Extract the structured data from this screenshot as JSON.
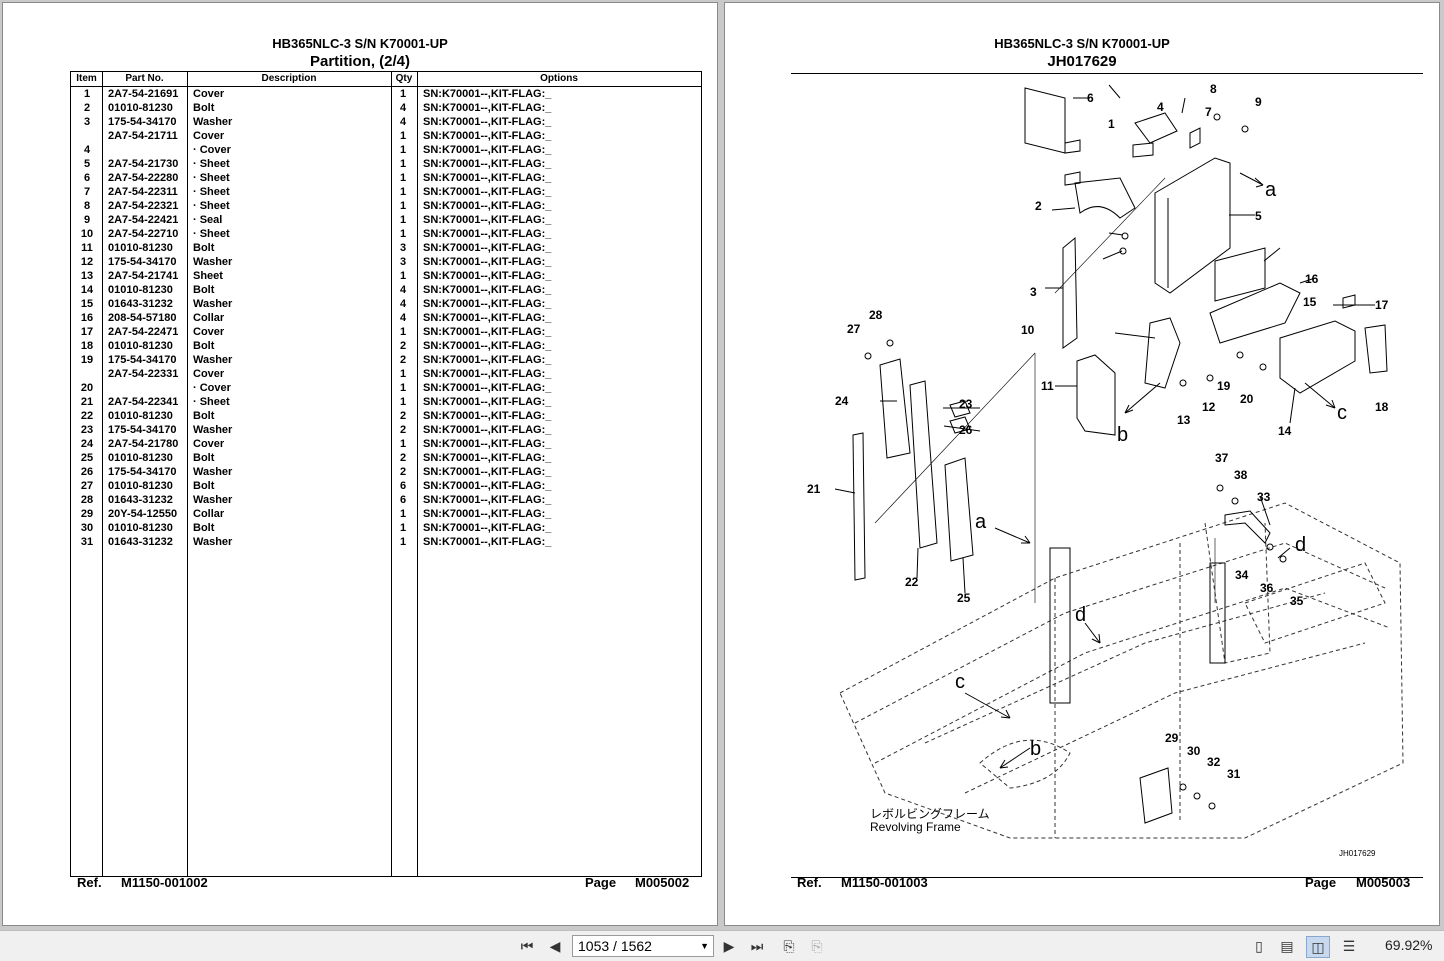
{
  "left_page": {
    "title": "HB365NLC-3 S/N K70001-UP",
    "subtitle": "Partition, (2/4)",
    "columns": [
      "Item",
      "Part No.",
      "Description",
      "Qty",
      "Options"
    ],
    "rows": [
      {
        "item": "1",
        "part": "2A7-54-21691",
        "desc": "Cover",
        "qty": "1",
        "opt": "SN:K70001--,KIT-FLAG:_"
      },
      {
        "item": "2",
        "part": "01010-81230",
        "desc": "Bolt",
        "qty": "4",
        "opt": "SN:K70001--,KIT-FLAG:_"
      },
      {
        "item": "3",
        "part": "175-54-34170",
        "desc": "Washer",
        "qty": "4",
        "opt": "SN:K70001--,KIT-FLAG:_"
      },
      {
        "item": "",
        "part": "2A7-54-21711",
        "desc": "Cover",
        "qty": "1",
        "opt": "SN:K70001--,KIT-FLAG:_"
      },
      {
        "item": "4",
        "part": "",
        "desc": "· Cover",
        "qty": "1",
        "opt": "SN:K70001--,KIT-FLAG:_"
      },
      {
        "item": "5",
        "part": "2A7-54-21730",
        "desc": "· Sheet",
        "qty": "1",
        "opt": "SN:K70001--,KIT-FLAG:_"
      },
      {
        "item": "6",
        "part": "2A7-54-22280",
        "desc": "· Sheet",
        "qty": "1",
        "opt": "SN:K70001--,KIT-FLAG:_"
      },
      {
        "item": "7",
        "part": "2A7-54-22311",
        "desc": "· Sheet",
        "qty": "1",
        "opt": "SN:K70001--,KIT-FLAG:_"
      },
      {
        "item": "8",
        "part": "2A7-54-22321",
        "desc": "· Sheet",
        "qty": "1",
        "opt": "SN:K70001--,KIT-FLAG:_"
      },
      {
        "item": "9",
        "part": "2A7-54-22421",
        "desc": "· Seal",
        "qty": "1",
        "opt": "SN:K70001--,KIT-FLAG:_"
      },
      {
        "item": "10",
        "part": "2A7-54-22710",
        "desc": "· Sheet",
        "qty": "1",
        "opt": "SN:K70001--,KIT-FLAG:_"
      },
      {
        "item": "11",
        "part": "01010-81230",
        "desc": "Bolt",
        "qty": "3",
        "opt": "SN:K70001--,KIT-FLAG:_"
      },
      {
        "item": "12",
        "part": "175-54-34170",
        "desc": "Washer",
        "qty": "3",
        "opt": "SN:K70001--,KIT-FLAG:_"
      },
      {
        "item": "13",
        "part": "2A7-54-21741",
        "desc": "Sheet",
        "qty": "1",
        "opt": "SN:K70001--,KIT-FLAG:_"
      },
      {
        "item": "14",
        "part": "01010-81230",
        "desc": "Bolt",
        "qty": "4",
        "opt": "SN:K70001--,KIT-FLAG:_"
      },
      {
        "item": "15",
        "part": "01643-31232",
        "desc": "Washer",
        "qty": "4",
        "opt": "SN:K70001--,KIT-FLAG:_"
      },
      {
        "item": "16",
        "part": "208-54-57180",
        "desc": "Collar",
        "qty": "4",
        "opt": "SN:K70001--,KIT-FLAG:_"
      },
      {
        "item": "17",
        "part": "2A7-54-22471",
        "desc": "Cover",
        "qty": "1",
        "opt": "SN:K70001--,KIT-FLAG:_"
      },
      {
        "item": "18",
        "part": "01010-81230",
        "desc": "Bolt",
        "qty": "2",
        "opt": "SN:K70001--,KIT-FLAG:_"
      },
      {
        "item": "19",
        "part": "175-54-34170",
        "desc": "Washer",
        "qty": "2",
        "opt": "SN:K70001--,KIT-FLAG:_"
      },
      {
        "item": "",
        "part": "2A7-54-22331",
        "desc": "Cover",
        "qty": "1",
        "opt": "SN:K70001--,KIT-FLAG:_"
      },
      {
        "item": "20",
        "part": "",
        "desc": "· Cover",
        "qty": "1",
        "opt": "SN:K70001--,KIT-FLAG:_"
      },
      {
        "item": "21",
        "part": "2A7-54-22341",
        "desc": "· Sheet",
        "qty": "1",
        "opt": "SN:K70001--,KIT-FLAG:_"
      },
      {
        "item": "22",
        "part": "01010-81230",
        "desc": "Bolt",
        "qty": "2",
        "opt": "SN:K70001--,KIT-FLAG:_"
      },
      {
        "item": "23",
        "part": "175-54-34170",
        "desc": "Washer",
        "qty": "2",
        "opt": "SN:K70001--,KIT-FLAG:_"
      },
      {
        "item": "24",
        "part": "2A7-54-21780",
        "desc": "Cover",
        "qty": "1",
        "opt": "SN:K70001--,KIT-FLAG:_"
      },
      {
        "item": "25",
        "part": "01010-81230",
        "desc": "Bolt",
        "qty": "2",
        "opt": "SN:K70001--,KIT-FLAG:_"
      },
      {
        "item": "26",
        "part": "175-54-34170",
        "desc": "Washer",
        "qty": "2",
        "opt": "SN:K70001--,KIT-FLAG:_"
      },
      {
        "item": "27",
        "part": "01010-81230",
        "desc": "Bolt",
        "qty": "6",
        "opt": "SN:K70001--,KIT-FLAG:_"
      },
      {
        "item": "28",
        "part": "01643-31232",
        "desc": "Washer",
        "qty": "6",
        "opt": "SN:K70001--,KIT-FLAG:_"
      },
      {
        "item": "29",
        "part": "20Y-54-12550",
        "desc": "Collar",
        "qty": "1",
        "opt": "SN:K70001--,KIT-FLAG:_"
      },
      {
        "item": "30",
        "part": "01010-81230",
        "desc": "Bolt",
        "qty": "1",
        "opt": "SN:K70001--,KIT-FLAG:_"
      },
      {
        "item": "31",
        "part": "01643-31232",
        "desc": "Washer",
        "qty": "1",
        "opt": "SN:K70001--,KIT-FLAG:_"
      }
    ],
    "ref_label": "Ref.",
    "ref_value": "M1150-001002",
    "page_label": "Page",
    "page_value": "M005002"
  },
  "right_page": {
    "title": "HB365NLC-3 S/N K70001-UP",
    "subtitle": "JH017629",
    "diagram_code": "JH017629",
    "caption_jp": "レボルビングフレーム",
    "caption_en": "Revolving Frame",
    "callouts": [
      "1",
      "2",
      "3",
      "4",
      "5",
      "6",
      "7",
      "8",
      "9",
      "10",
      "11",
      "12",
      "13",
      "14",
      "15",
      "16",
      "17",
      "18",
      "19",
      "20",
      "21",
      "22",
      "23",
      "24",
      "25",
      "26",
      "27",
      "28",
      "29",
      "30",
      "31",
      "32",
      "33",
      "34",
      "35",
      "36",
      "37",
      "38"
    ],
    "arrow_letters": [
      "a",
      "b",
      "c",
      "d"
    ],
    "ref_label": "Ref.",
    "ref_value": "M1150-001003",
    "page_label": "Page",
    "page_value": "M005003"
  },
  "toolbar": {
    "page_indicator": "1053 / 1562",
    "zoom": "69.92%"
  }
}
